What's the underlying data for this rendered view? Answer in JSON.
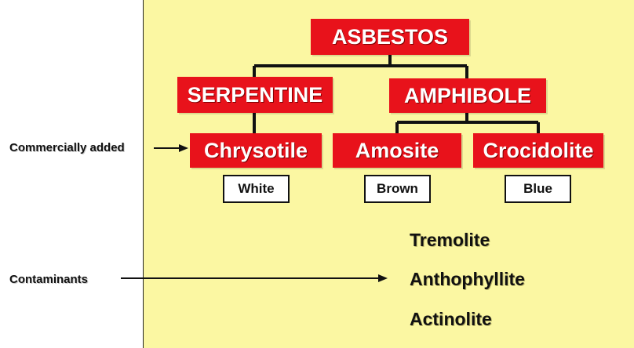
{
  "diagram": {
    "root": {
      "label": "ASBESTOS"
    },
    "groups": [
      {
        "label": "SERPENTINE"
      },
      {
        "label": "AMPHIBOLE"
      }
    ],
    "minerals": [
      {
        "label": "Chrysotile",
        "color": "White"
      },
      {
        "label": "Amosite",
        "color": "Brown"
      },
      {
        "label": "Crocidolite",
        "color": "Blue"
      }
    ],
    "contaminants": [
      "Tremolite",
      "Anthophyllite",
      "Actinolite"
    ],
    "side_labels": {
      "commercially_added": "Commercially added",
      "contaminants": "Contaminants"
    }
  },
  "colors": {
    "node_fill": "#e8121b",
    "node_text": "#ffffff",
    "panel_background": "#fbf7a2",
    "line": "#111111"
  }
}
